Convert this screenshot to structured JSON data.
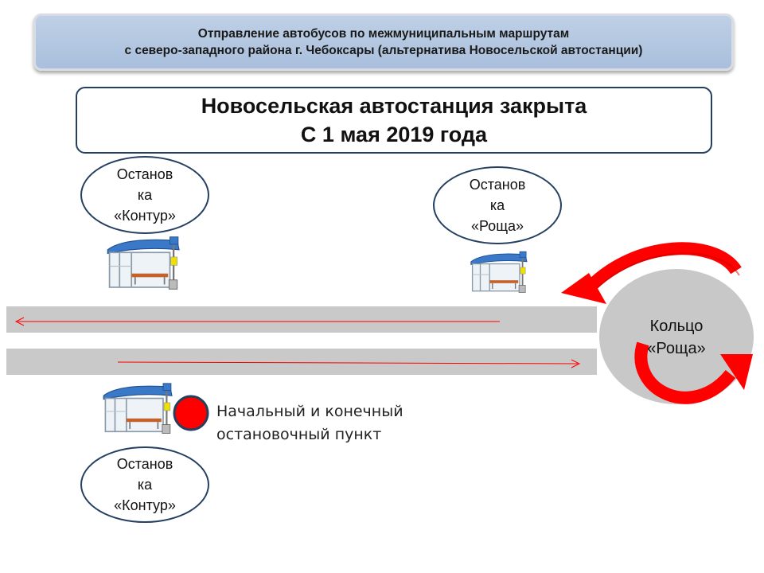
{
  "header": {
    "line1": "Отправление автобусов по межмуниципальным маршрутам",
    "line2": "с северо-западного района г. Чебоксары (альтернатива Новосельской автостанции)"
  },
  "notice": {
    "line1": "Новосельская автостанция закрыта",
    "line2": "С 1 мая 2019 года"
  },
  "stops": {
    "kontur_top": [
      "Останов",
      "ка",
      "«Контур»"
    ],
    "roshcha": [
      "Останов",
      "ка",
      "«Роща»"
    ],
    "kontur_bottom": [
      "Останов",
      "ка",
      "«Контур»"
    ]
  },
  "ring": {
    "line1": "Кольцо",
    "line2": "«Роща»"
  },
  "legend": {
    "line1": "Начальный и конечный",
    "line2": "остановочный пункт"
  },
  "colors": {
    "route_arrow": "#ff0000",
    "terminal_marker": "#ff0000",
    "road": "#c9c9c9",
    "ring": "#c8c8c8",
    "shelter_roof": "#3a78c8"
  },
  "icons": [
    "bus-shelter-icon",
    "u-turn-arrow-icon",
    "terminal-marker-icon"
  ]
}
